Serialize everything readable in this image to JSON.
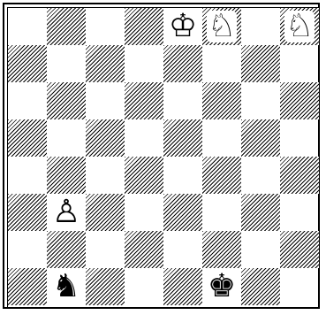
{
  "board": {
    "pieces": [
      {
        "square": "e8",
        "symbol": "♔",
        "icon": "white-king-icon"
      },
      {
        "square": "f8",
        "symbol": "♘",
        "icon": "white-knight-icon"
      },
      {
        "square": "h8",
        "symbol": "♘",
        "icon": "white-knight-icon"
      },
      {
        "square": "b3",
        "symbol": "♙",
        "icon": "white-pawn-icon"
      },
      {
        "square": "b1",
        "symbol": "♞",
        "icon": "black-knight-icon"
      },
      {
        "square": "f1",
        "symbol": "♚",
        "icon": "black-king-icon"
      }
    ]
  }
}
